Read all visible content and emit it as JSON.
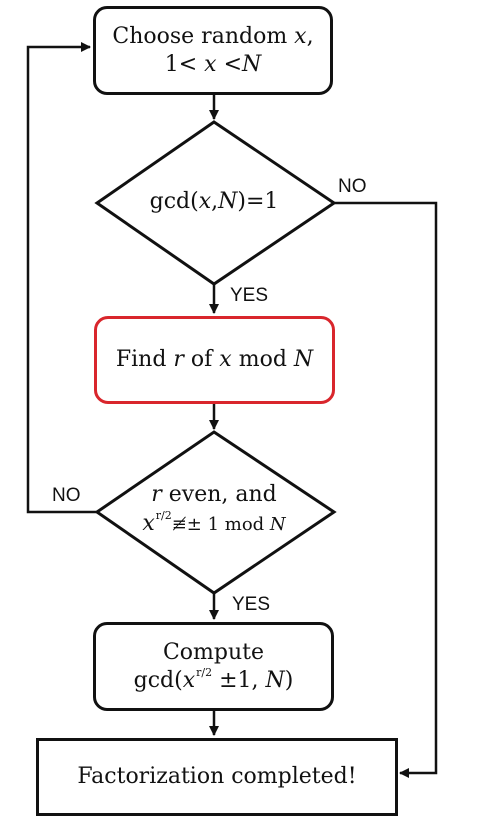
{
  "nodes": {
    "start": {
      "line1_prefix": "Choose random ",
      "line1_var": "x",
      "line1_suffix": ",",
      "line2_a": "1< ",
      "line2_var": "x",
      "line2_b": " <",
      "line2_var2": "N"
    },
    "gcd_check": {
      "prefix": "gcd(",
      "var1": "x",
      "sep": ",",
      "var2": "N",
      "suffix": ")=1"
    },
    "find_r": {
      "prefix": "Find ",
      "var_r": "r",
      "mid": " of ",
      "var_x": "x",
      "mod": " mod ",
      "var_n": "N"
    },
    "r_check": {
      "line1_var": "r",
      "line1_rest": " even, and",
      "line2_var": "x",
      "line2_exp": "r/2",
      "line2_rest": "≢± 1 mod ",
      "line2_var2": "N"
    },
    "compute": {
      "line1": "Compute",
      "line2_prefix": "gcd(",
      "line2_var": "x",
      "line2_exp": "r/2",
      "line2_rest": " ±1, ",
      "line2_var2": "N",
      "line2_suffix": ")"
    },
    "done": {
      "label": "Factorization completed!"
    }
  },
  "edge_labels": {
    "gcd_no": "NO",
    "gcd_yes": "YES",
    "r_no": "NO",
    "r_yes": "YES"
  },
  "colors": {
    "stroke": "#111111",
    "highlight": "#d9262c"
  }
}
